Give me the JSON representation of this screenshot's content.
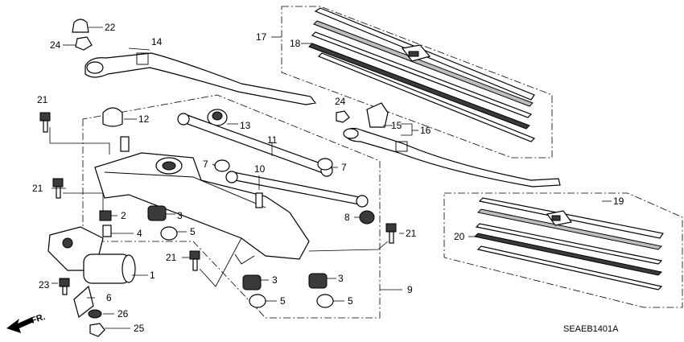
{
  "diagram_code": "SEAEB1401A",
  "front_arrow_label": "FR.",
  "callouts": {
    "c1": "1",
    "c2": "2",
    "c3a": "3",
    "c3b": "3",
    "c3c": "3",
    "c4": "4",
    "c5a": "5",
    "c5b": "5",
    "c5c": "5",
    "c6": "6",
    "c7a": "7",
    "c7b": "7",
    "c8": "8",
    "c9": "9",
    "c10": "10",
    "c11": "11",
    "c12": "12",
    "c13": "13",
    "c14": "14",
    "c15": "15",
    "c16": "16",
    "c17": "17",
    "c18": "18",
    "c19": "19",
    "c20": "20",
    "c21a": "21",
    "c21b": "21",
    "c21c": "21",
    "c21d": "21",
    "c22": "22",
    "c23": "23",
    "c24a": "24",
    "c24b": "24",
    "c25": "25",
    "c26": "26"
  }
}
